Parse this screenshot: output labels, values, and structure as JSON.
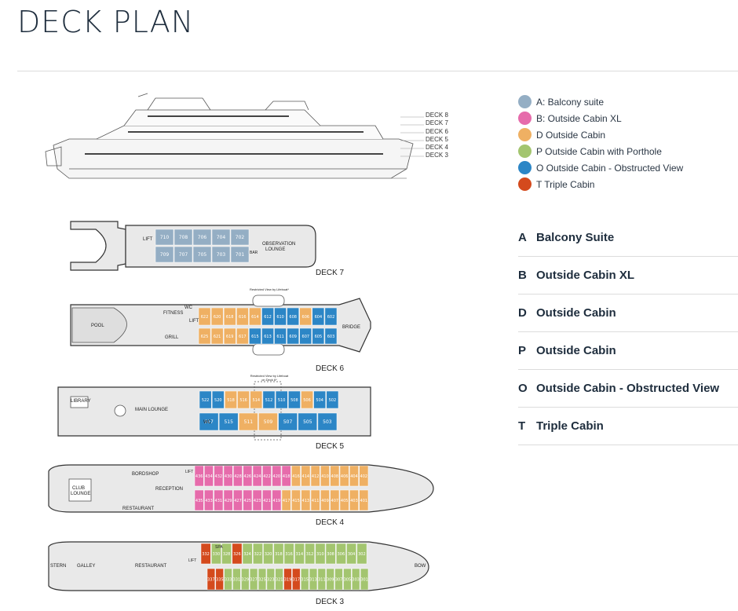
{
  "page": {
    "title": "DECK PLAN"
  },
  "profile": {
    "deck_markers": [
      "DECK 8",
      "DECK 7",
      "DECK 6",
      "DECK 5",
      "DECK 4",
      "DECK 3"
    ]
  },
  "legend": [
    {
      "label": "A: Balcony suite",
      "color": "#94aec4"
    },
    {
      "label": "B: Outside Cabin XL",
      "color": "#e66bab"
    },
    {
      "label": "D Outside Cabin",
      "color": "#efb063"
    },
    {
      "label": "P Outside Cabin with Porthole",
      "color": "#a3c56f"
    },
    {
      "label": "O Outside Cabin - Obstructed View",
      "color": "#2c86c6"
    },
    {
      "label": "T Triple Cabin",
      "color": "#d44a1d"
    }
  ],
  "categories": [
    {
      "letter": "A",
      "name": "Balcony Suite"
    },
    {
      "letter": "B",
      "name": "Outside Cabin XL"
    },
    {
      "letter": "D",
      "name": "Outside Cabin"
    },
    {
      "letter": "P",
      "name": "Outside Cabin"
    },
    {
      "letter": "O",
      "name": "Outside Cabin - Obstructed View"
    },
    {
      "letter": "T",
      "name": "Triple Cabin"
    }
  ],
  "decks": {
    "deck7": {
      "label": "DECK 7",
      "rooms": {
        "lift": "LIFT",
        "observation": "OBSERVATION",
        "lounge": "LOUNGE",
        "bar": "BAR"
      },
      "top_cabins": [
        "710",
        "708",
        "706",
        "704",
        "702"
      ],
      "bottom_cabins": [
        "709",
        "707",
        "705",
        "703",
        "701"
      ]
    },
    "deck6": {
      "label": "DECK 6",
      "restricted": "Restricted View by Lifeboat*",
      "rooms": {
        "pool": "POOL",
        "fitness": "FITNESS",
        "wc": "WC",
        "lift": "LIFT",
        "grill": "GRILL",
        "bridge": "BRIDGE"
      },
      "top_cabins": [
        "622",
        "620",
        "618",
        "616",
        "614",
        "612",
        "610",
        "608",
        "606",
        "604",
        "602"
      ],
      "bottom_cabins": [
        "625",
        "621",
        "619",
        "617",
        "615",
        "613",
        "611",
        "609",
        "607",
        "605",
        "603"
      ]
    },
    "deck5": {
      "label": "DECK 5",
      "restricted": "Restricted View by Lifeboat on Deck 6*",
      "rooms": {
        "library": "LIBRARY",
        "main_lounge": "MAIN LOUNGE",
        "wc": "WC"
      },
      "top_cabins": [
        "522",
        "520",
        "518",
        "516",
        "514",
        "512",
        "510",
        "508",
        "506",
        "504",
        "502"
      ],
      "bottom_cabins": [
        "517",
        "515",
        "511",
        "509",
        "507",
        "505",
        "503"
      ]
    },
    "deck4": {
      "label": "DECK 4",
      "rooms": {
        "club": "CLUB",
        "lounge": "LOUNGE",
        "bordshop": "BORDSHOP",
        "reception": "RECEPTION",
        "restaurant": "RESTAURANT",
        "lift": "LIFT"
      },
      "top_cabins": [
        "436",
        "434",
        "432",
        "430",
        "428",
        "426",
        "424",
        "422",
        "420",
        "418",
        "416",
        "414",
        "412",
        "410",
        "408",
        "406",
        "404",
        "402"
      ],
      "bottom_cabins": [
        "435",
        "433",
        "431",
        "429",
        "427",
        "425",
        "423",
        "421",
        "419",
        "417",
        "415",
        "413",
        "411",
        "409",
        "407",
        "405",
        "403",
        "401"
      ]
    },
    "deck3": {
      "label": "DECK 3",
      "rooms": {
        "stern": "STERN",
        "galley": "GALLEY",
        "restaurant": "RESTAURANT",
        "lift": "LIFT",
        "spa": "SPA",
        "bow": "BOW"
      },
      "top_cabins": [
        "332",
        "330",
        "328",
        "326",
        "324",
        "322",
        "320",
        "318",
        "316",
        "314",
        "312",
        "310",
        "308",
        "306",
        "304",
        "302"
      ],
      "bottom_cabins": [
        "337",
        "335",
        "333",
        "331",
        "329",
        "327",
        "325",
        "323",
        "321",
        "319",
        "317",
        "315",
        "313",
        "311",
        "309",
        "307",
        "305",
        "303",
        "301"
      ]
    }
  }
}
